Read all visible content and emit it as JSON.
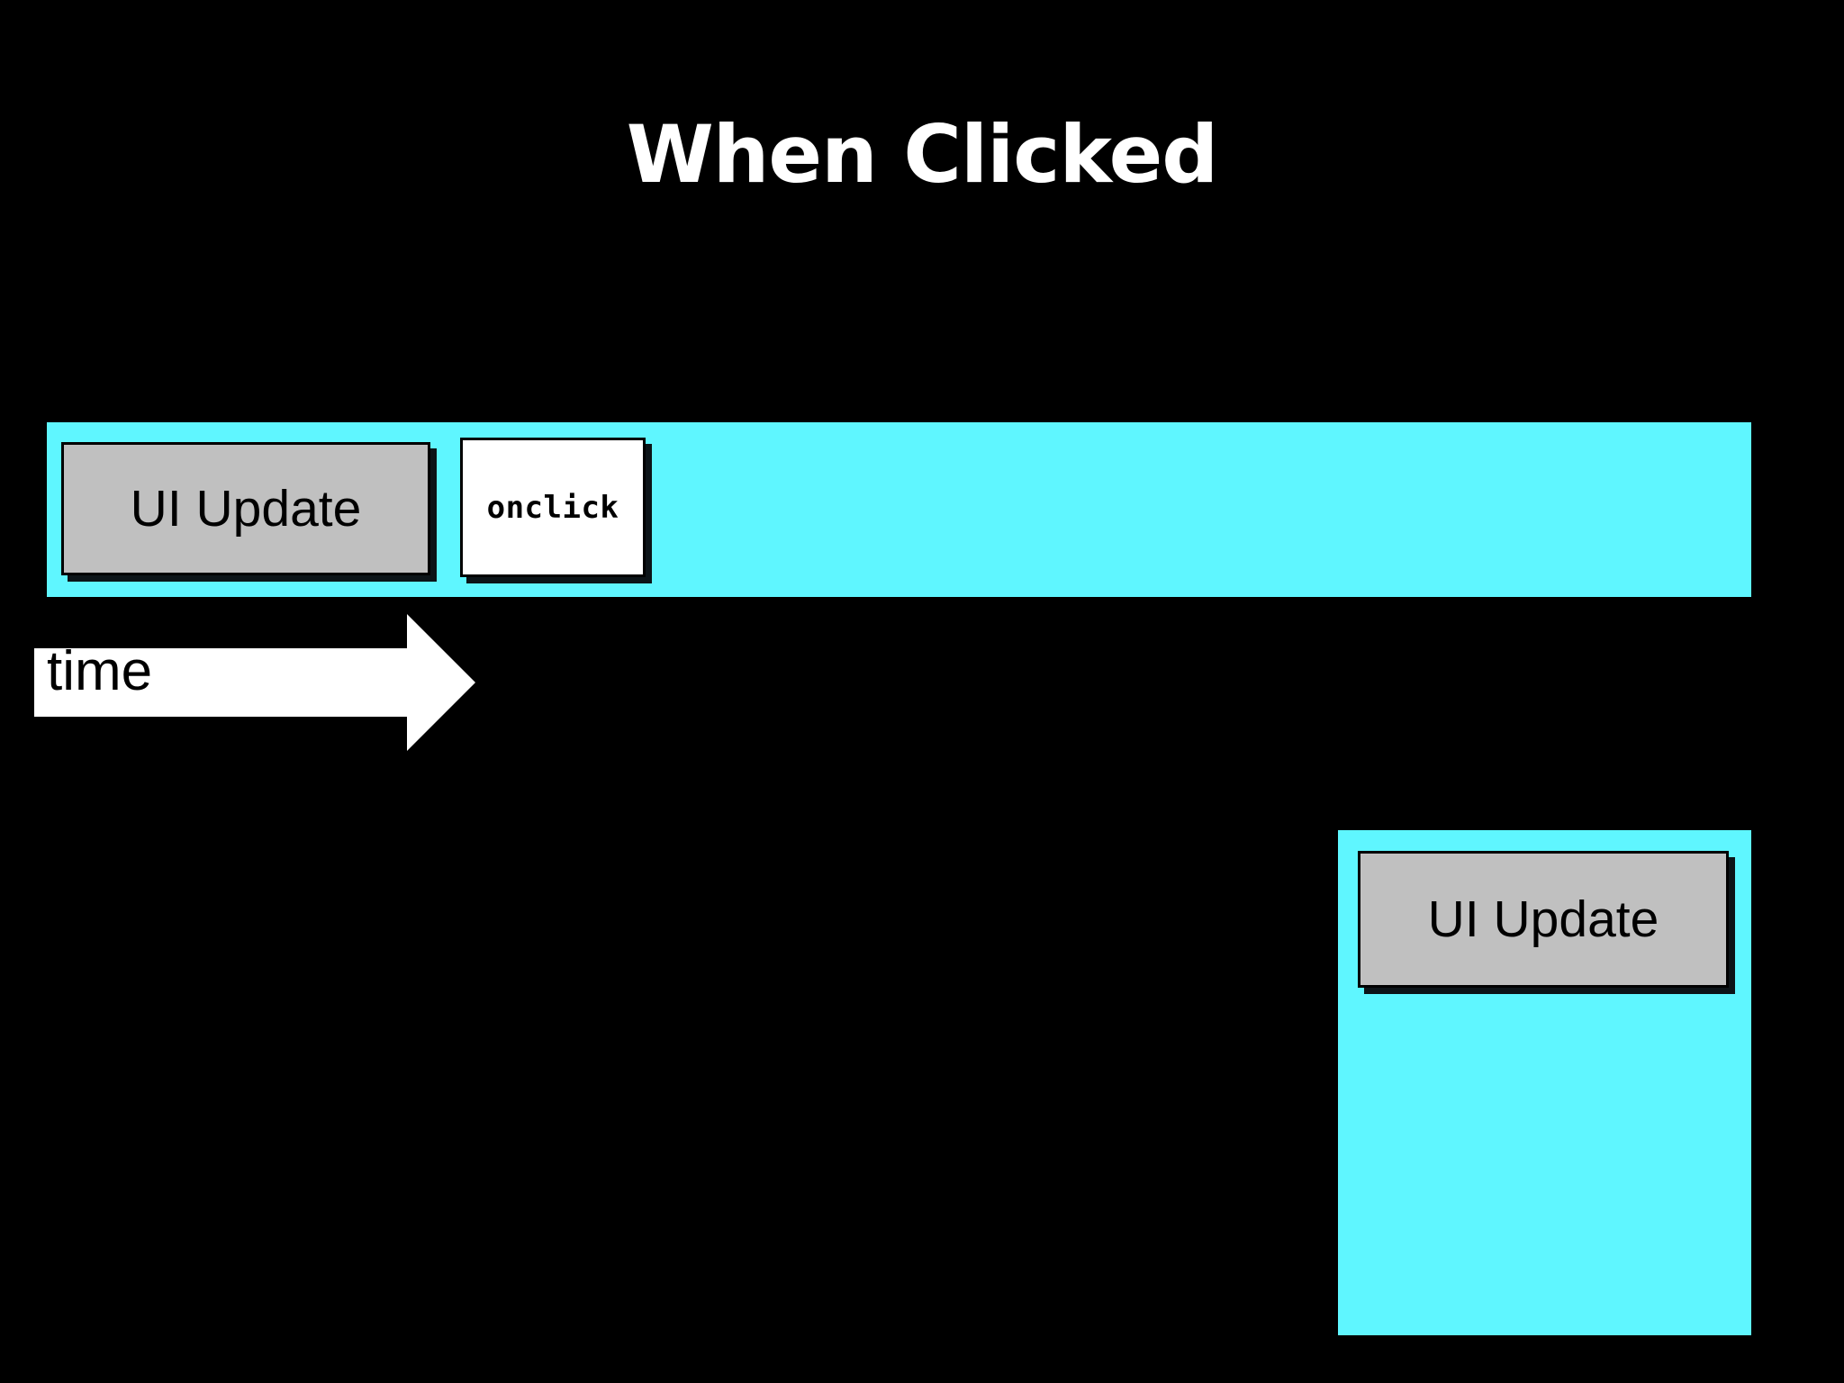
{
  "slide": {
    "title": "When Clicked",
    "background_color": "#000000",
    "accent_color": "#5FF6FF",
    "block_color": "#C0C0C0",
    "title_color": "#FFFFFF"
  },
  "timeline": {
    "name": "main-thread-timeline",
    "ui_update_label": "UI Update",
    "onclick_label": "onclick",
    "axis_label": "time",
    "arrow_icon": "right-arrow-icon"
  },
  "detail_panel": {
    "name": "later-ui-update-panel",
    "ui_update_label": "UI Update"
  }
}
